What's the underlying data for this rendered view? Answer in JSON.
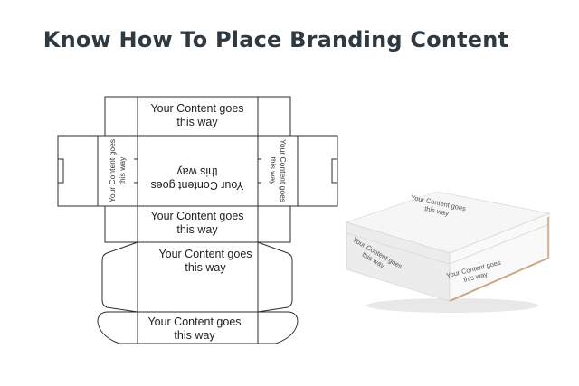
{
  "title": "Know How To Place Branding Content",
  "dieline": {
    "top_flap": [
      "Your Content goes",
      "this way"
    ],
    "top_panel": [
      "Your Content goes",
      "this way"
    ],
    "left_side": [
      "Your Content goes",
      "this way"
    ],
    "right_side": [
      "Your Content goes",
      "this way"
    ],
    "front_panel": [
      "Your Content goes",
      "this way"
    ],
    "bottom_panel": [
      "Your Content goes",
      "this way"
    ],
    "bottom_flap": [
      "Your Content goes",
      "this way"
    ]
  },
  "box_mockup": {
    "lid": [
      "Your Content goes",
      "this way"
    ],
    "front": [
      "Your Content goes",
      "this way"
    ],
    "side": [
      "Your Content goes",
      "this way"
    ]
  },
  "colors": {
    "title": "#2e3942",
    "line": "#2b2b2b",
    "box_top": "#f4f4f4",
    "box_front": "#e9e9e9",
    "box_side": "#dcdcdc",
    "box_edge": "#c8a882"
  }
}
